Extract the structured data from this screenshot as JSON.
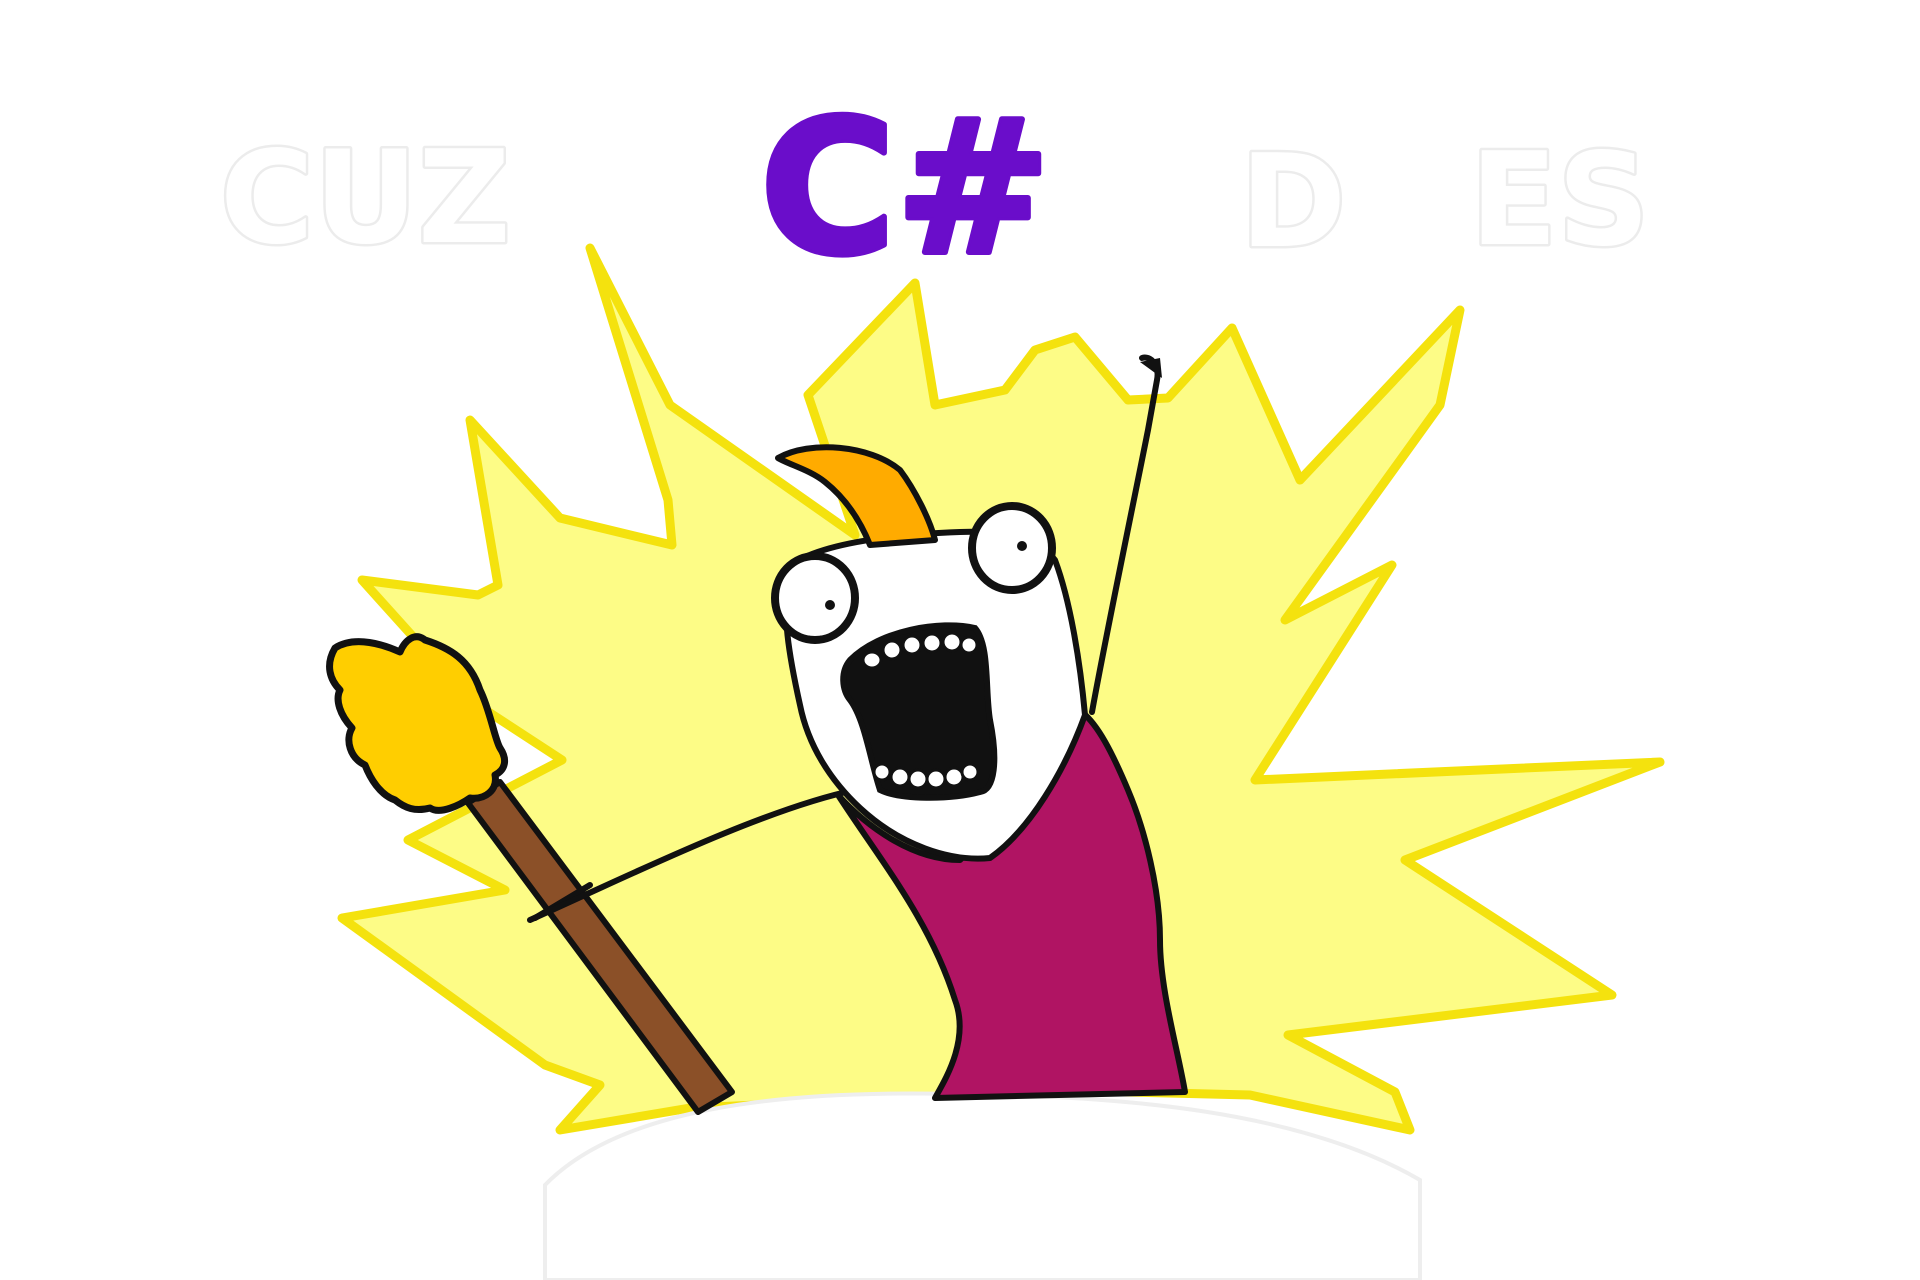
{
  "caption": {
    "words": [
      "CUZ",
      "C#",
      "D",
      "ES"
    ]
  },
  "colors": {
    "burst_fill": "#fdfc86",
    "burst_outline": "#f4e20e",
    "shirt": "#b01463",
    "hair": "#ffab00",
    "broom_bristles": "#ffce00",
    "broom_handle": "#8b5028",
    "skin": "#ffffff",
    "ink": "#111111",
    "accent_text": "#6a0dca",
    "ghost_text_stroke": "#ececec"
  },
  "icons": {
    "figure": "screaming-stick-figure-icon",
    "broom": "broom-icon",
    "burst": "yellow-burst-background"
  }
}
